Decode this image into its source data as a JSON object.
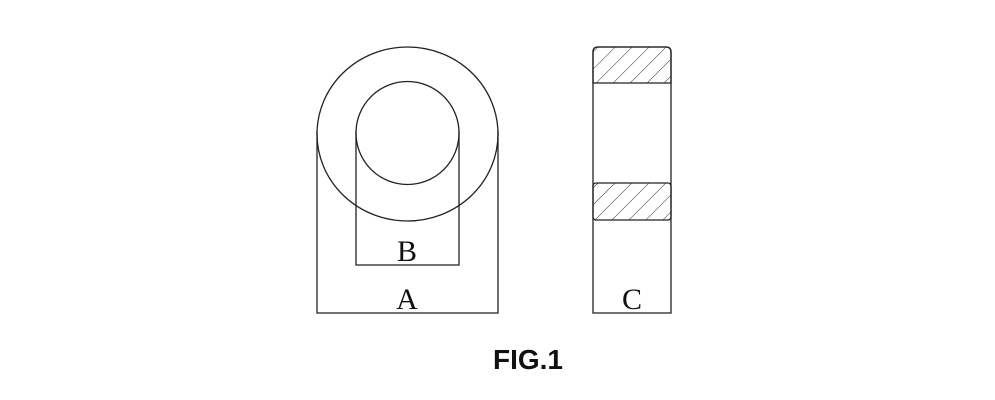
{
  "figure": {
    "caption": "FIG.1",
    "labels": {
      "a": "A",
      "b": "B",
      "c": "C"
    }
  }
}
